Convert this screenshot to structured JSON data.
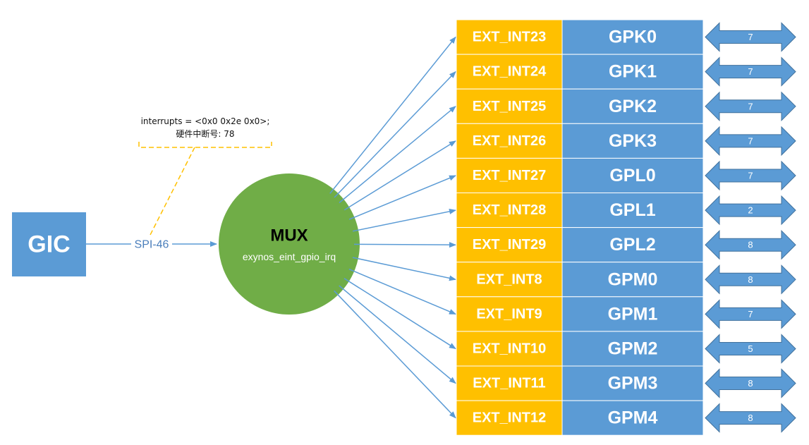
{
  "gic": {
    "label": "GIC"
  },
  "link": {
    "label": "SPI-46"
  },
  "note": {
    "line1": "interrupts = <0x0 0x2e 0x0>;",
    "line2": "硬件中断号: 78"
  },
  "mux": {
    "title": "MUX",
    "subtitle": "exynos_eint_gpio_irq"
  },
  "colors": {
    "gic": "#5b9bd5",
    "mux": "#70ad47",
    "ext": "#ffc000",
    "bank": "#5b9bd5",
    "arrow": "#5b9bd5",
    "pin_arrow": "#41719c",
    "note_border": "#ffc000"
  },
  "rows": [
    {
      "ext": "EXT_INT23",
      "bank": "GPK0",
      "pins": "7"
    },
    {
      "ext": "EXT_INT24",
      "bank": "GPK1",
      "pins": "7"
    },
    {
      "ext": "EXT_INT25",
      "bank": "GPK2",
      "pins": "7"
    },
    {
      "ext": "EXT_INT26",
      "bank": "GPK3",
      "pins": "7"
    },
    {
      "ext": "EXT_INT27",
      "bank": "GPL0",
      "pins": "7"
    },
    {
      "ext": "EXT_INT28",
      "bank": "GPL1",
      "pins": "2"
    },
    {
      "ext": "EXT_INT29",
      "bank": "GPL2",
      "pins": "8"
    },
    {
      "ext": "EXT_INT8",
      "bank": "GPM0",
      "pins": "8"
    },
    {
      "ext": "EXT_INT9",
      "bank": "GPM1",
      "pins": "7"
    },
    {
      "ext": "EXT_INT10",
      "bank": "GPM2",
      "pins": "5"
    },
    {
      "ext": "EXT_INT11",
      "bank": "GPM3",
      "pins": "8"
    },
    {
      "ext": "EXT_INT12",
      "bank": "GPM4",
      "pins": "8"
    }
  ]
}
